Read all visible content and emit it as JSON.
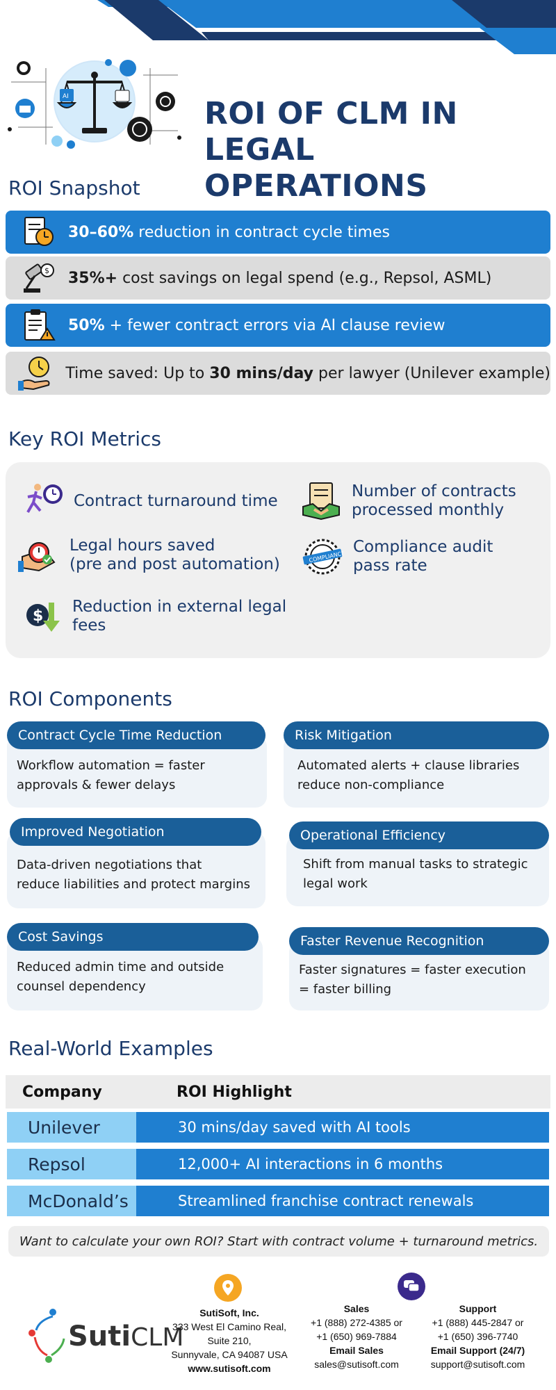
{
  "title": {
    "line1": "ROI OF CLM IN",
    "line2": "LEGAL OPERATIONS"
  },
  "snapshot": {
    "heading": "ROI Snapshot",
    "items": [
      {
        "bold": "30–60%",
        "rest": " reduction in contract cycle times",
        "icon": "contract-clock-icon"
      },
      {
        "bold": "35%+",
        "rest": " cost savings on legal spend (e.g., Repsol, ASML)",
        "icon": "gavel-dollar-icon"
      },
      {
        "bold": "50%",
        "rest": " + fewer contract errors via AI clause review",
        "icon": "checklist-warning-icon"
      },
      {
        "pre": "Time saved: Up to ",
        "bold": "30 mins/day",
        "rest": " per lawyer (Unilever example)",
        "icon": "hand-clock-icon"
      }
    ]
  },
  "metrics": {
    "heading": "Key ROI Metrics",
    "items": [
      {
        "line1": "Contract turnaround time",
        "line2": "",
        "icon": "runner-clock-icon"
      },
      {
        "line1": "Number of contracts",
        "line2": "processed monthly",
        "icon": "handshake-document-icon"
      },
      {
        "line1": "Legal hours saved",
        "line2": "(pre and post automation)",
        "icon": "hand-stopwatch-icon"
      },
      {
        "line1": "Compliance audit",
        "line2": "pass rate",
        "icon": "compliance-seal-icon"
      },
      {
        "line1": "Reduction in external legal",
        "line2": "fees",
        "icon": "dollar-down-arrow-icon"
      }
    ]
  },
  "components": {
    "heading": "ROI Components",
    "items": [
      {
        "title": "Contract Cycle Time Reduction",
        "line1": "Workflow automation = faster",
        "line2": "approvals & fewer delays"
      },
      {
        "title": "Risk Mitigation",
        "line1": "Automated alerts + clause libraries",
        "line2": "reduce non-compliance"
      },
      {
        "title": "Improved Negotiation",
        "line1": "Data-driven negotiations that",
        "line2": "reduce liabilities and protect margins"
      },
      {
        "title": "Operational Efficiency",
        "line1": "Shift from manual tasks to strategic",
        "line2": "legal work"
      },
      {
        "title": "Cost Savings",
        "line1": "Reduced admin time and outside",
        "line2": "counsel dependency"
      },
      {
        "title": "Faster Revenue Recognition",
        "line1": "Faster signatures = faster execution",
        "line2": "= faster billing"
      }
    ]
  },
  "examples": {
    "heading": "Real-World Examples",
    "col1": "Company",
    "col2": "ROI Highlight",
    "rows": [
      {
        "company": "Unilever",
        "highlight": "30 mins/day saved with AI tools"
      },
      {
        "company": "Repsol",
        "highlight": "12,000+ AI interactions in 6 months"
      },
      {
        "company": "McDonald’s",
        "highlight": "Streamlined franchise contract renewals"
      }
    ]
  },
  "cta": "Want to calculate your own ROI? Start with contract volume + turnaround metrics.",
  "footer": {
    "logo_suti": "Suti",
    "logo_clm": "CLM",
    "company": {
      "name": "SutiSoft, Inc.",
      "addr1": "333 West El Camino Real,",
      "addr2": "Suite 210,",
      "addr3": "Sunnyvale, CA 94087 USA",
      "web": "www.sutisoft.com"
    },
    "sales": {
      "label": "Sales",
      "phone1": "+1 (888) 272-4385 or",
      "phone2": "+1 (650) 969-7884",
      "email_label": "Email Sales",
      "email": "sales@sutisoft.com"
    },
    "support": {
      "label": "Support",
      "phone1": "+1 (888) 445-2847 or",
      "phone2": "+1 (650) 396-7740",
      "email_label": "Email Support (24/7)",
      "email": "support@sutisoft.com"
    }
  },
  "colors": {
    "navy": "#1b3a6b",
    "blue": "#1f7fd0",
    "pill": "#1a5f99",
    "light_blue": "#8fd0f5",
    "location_orange": "#f5a623",
    "chat_purple": "#3b2a8c"
  }
}
